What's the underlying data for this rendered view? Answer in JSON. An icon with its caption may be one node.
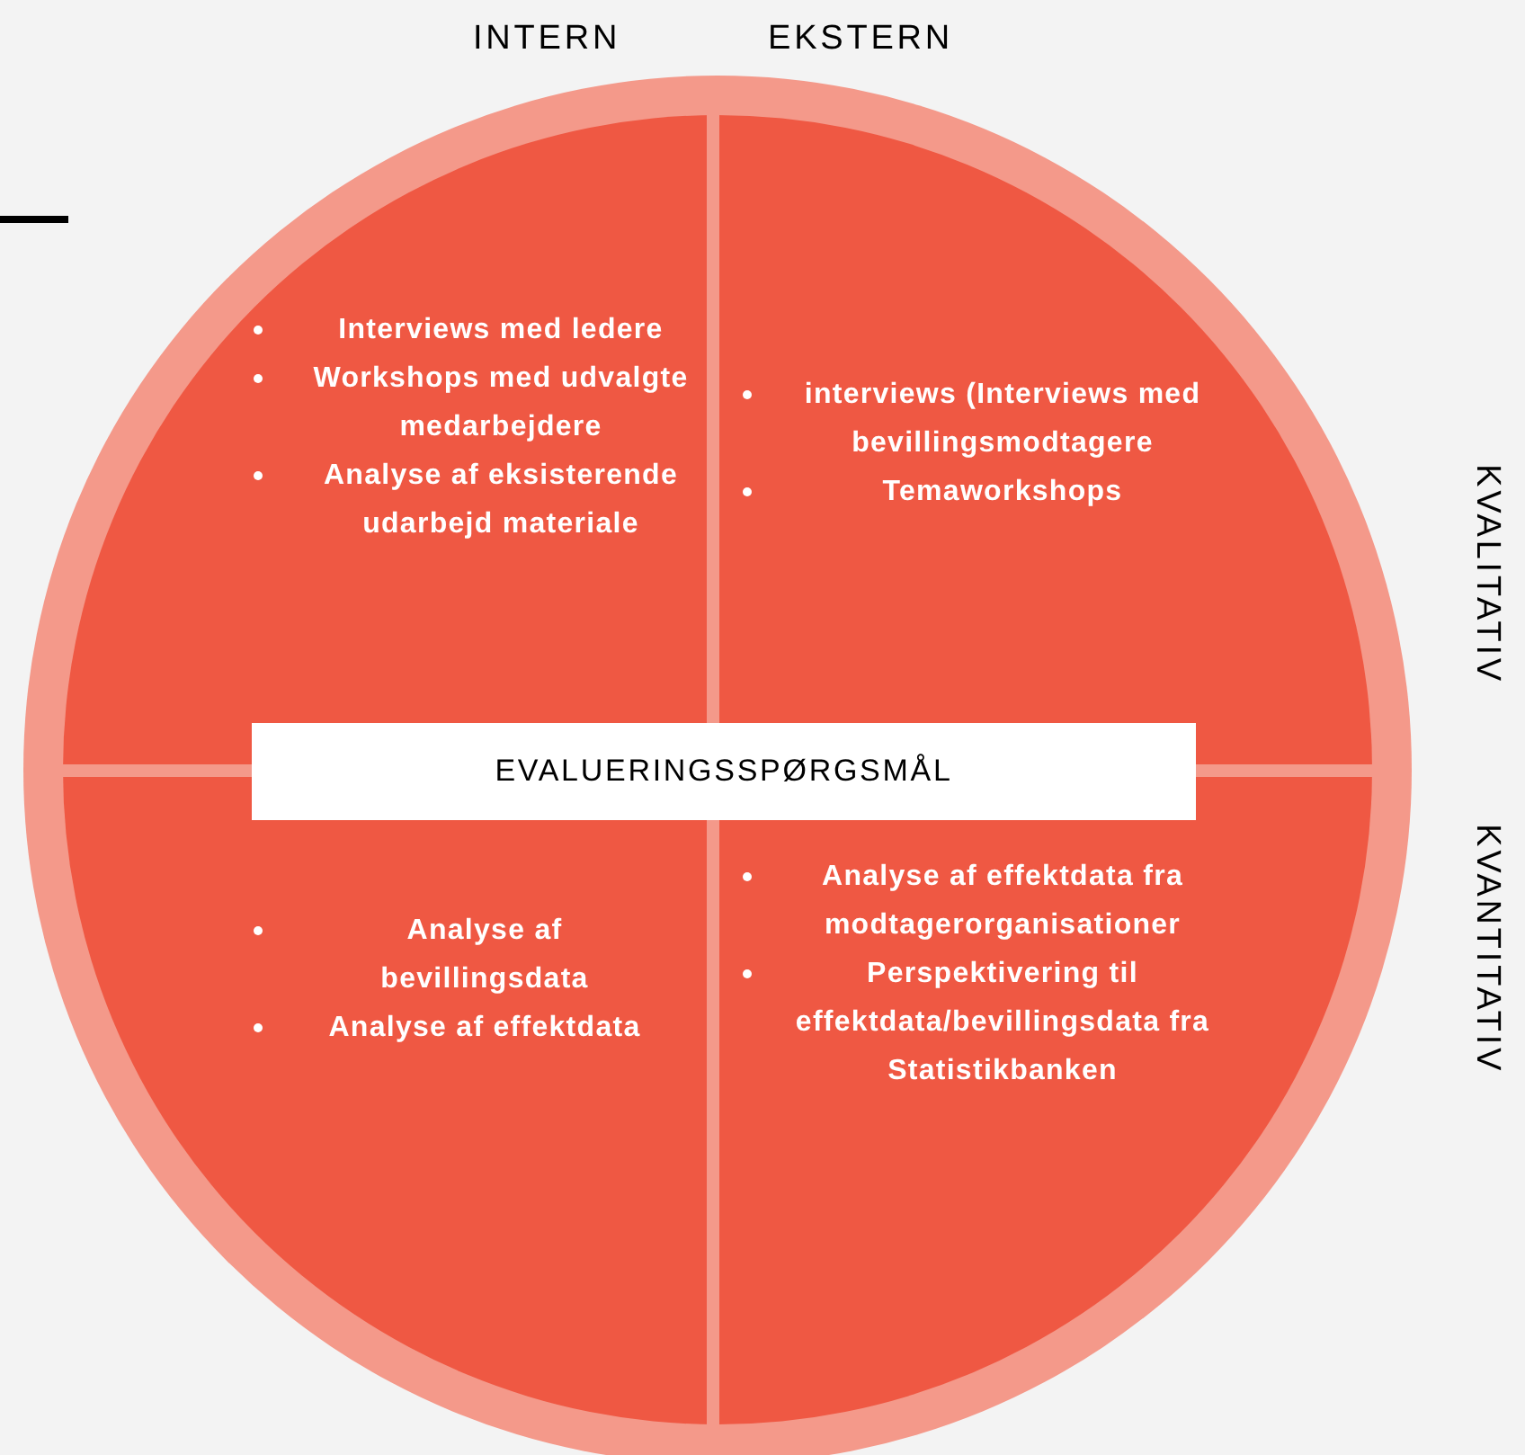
{
  "diagram": {
    "nodes": [
      {
        "text": [],
        "shape": "circle"
      },
      {
        "text": [
          "Interviews med ledere",
          "Workshops med udvalgte medarbejdere",
          "Analyse af eksisterende udarbejd materiale"
        ],
        "in": 0
      },
      {
        "text": [
          "interviews (Interviews med bevillingsmodtagere",
          "Temaworkshops"
        ],
        "in": 0
      },
      {
        "text": [
          "EVALUERINGSSPØRGSMÅL"
        ],
        "in": 0
      },
      {
        "text": [
          "Analyse af bevillingsdata",
          "Analyse af effektdata"
        ],
        "in": 0
      },
      {
        "text": [
          "Analyse af effektdata fra modtagerorganisationer",
          "Perspektivering til effektdata/bevillingsdata fra Statistikbanken"
        ],
        "in": 0
      }
    ],
    "edges": [],
    "labels": [
      "INTERN",
      "EKSTERN",
      "KVALITATIV",
      "KVANTITATIV"
    ]
  }
}
